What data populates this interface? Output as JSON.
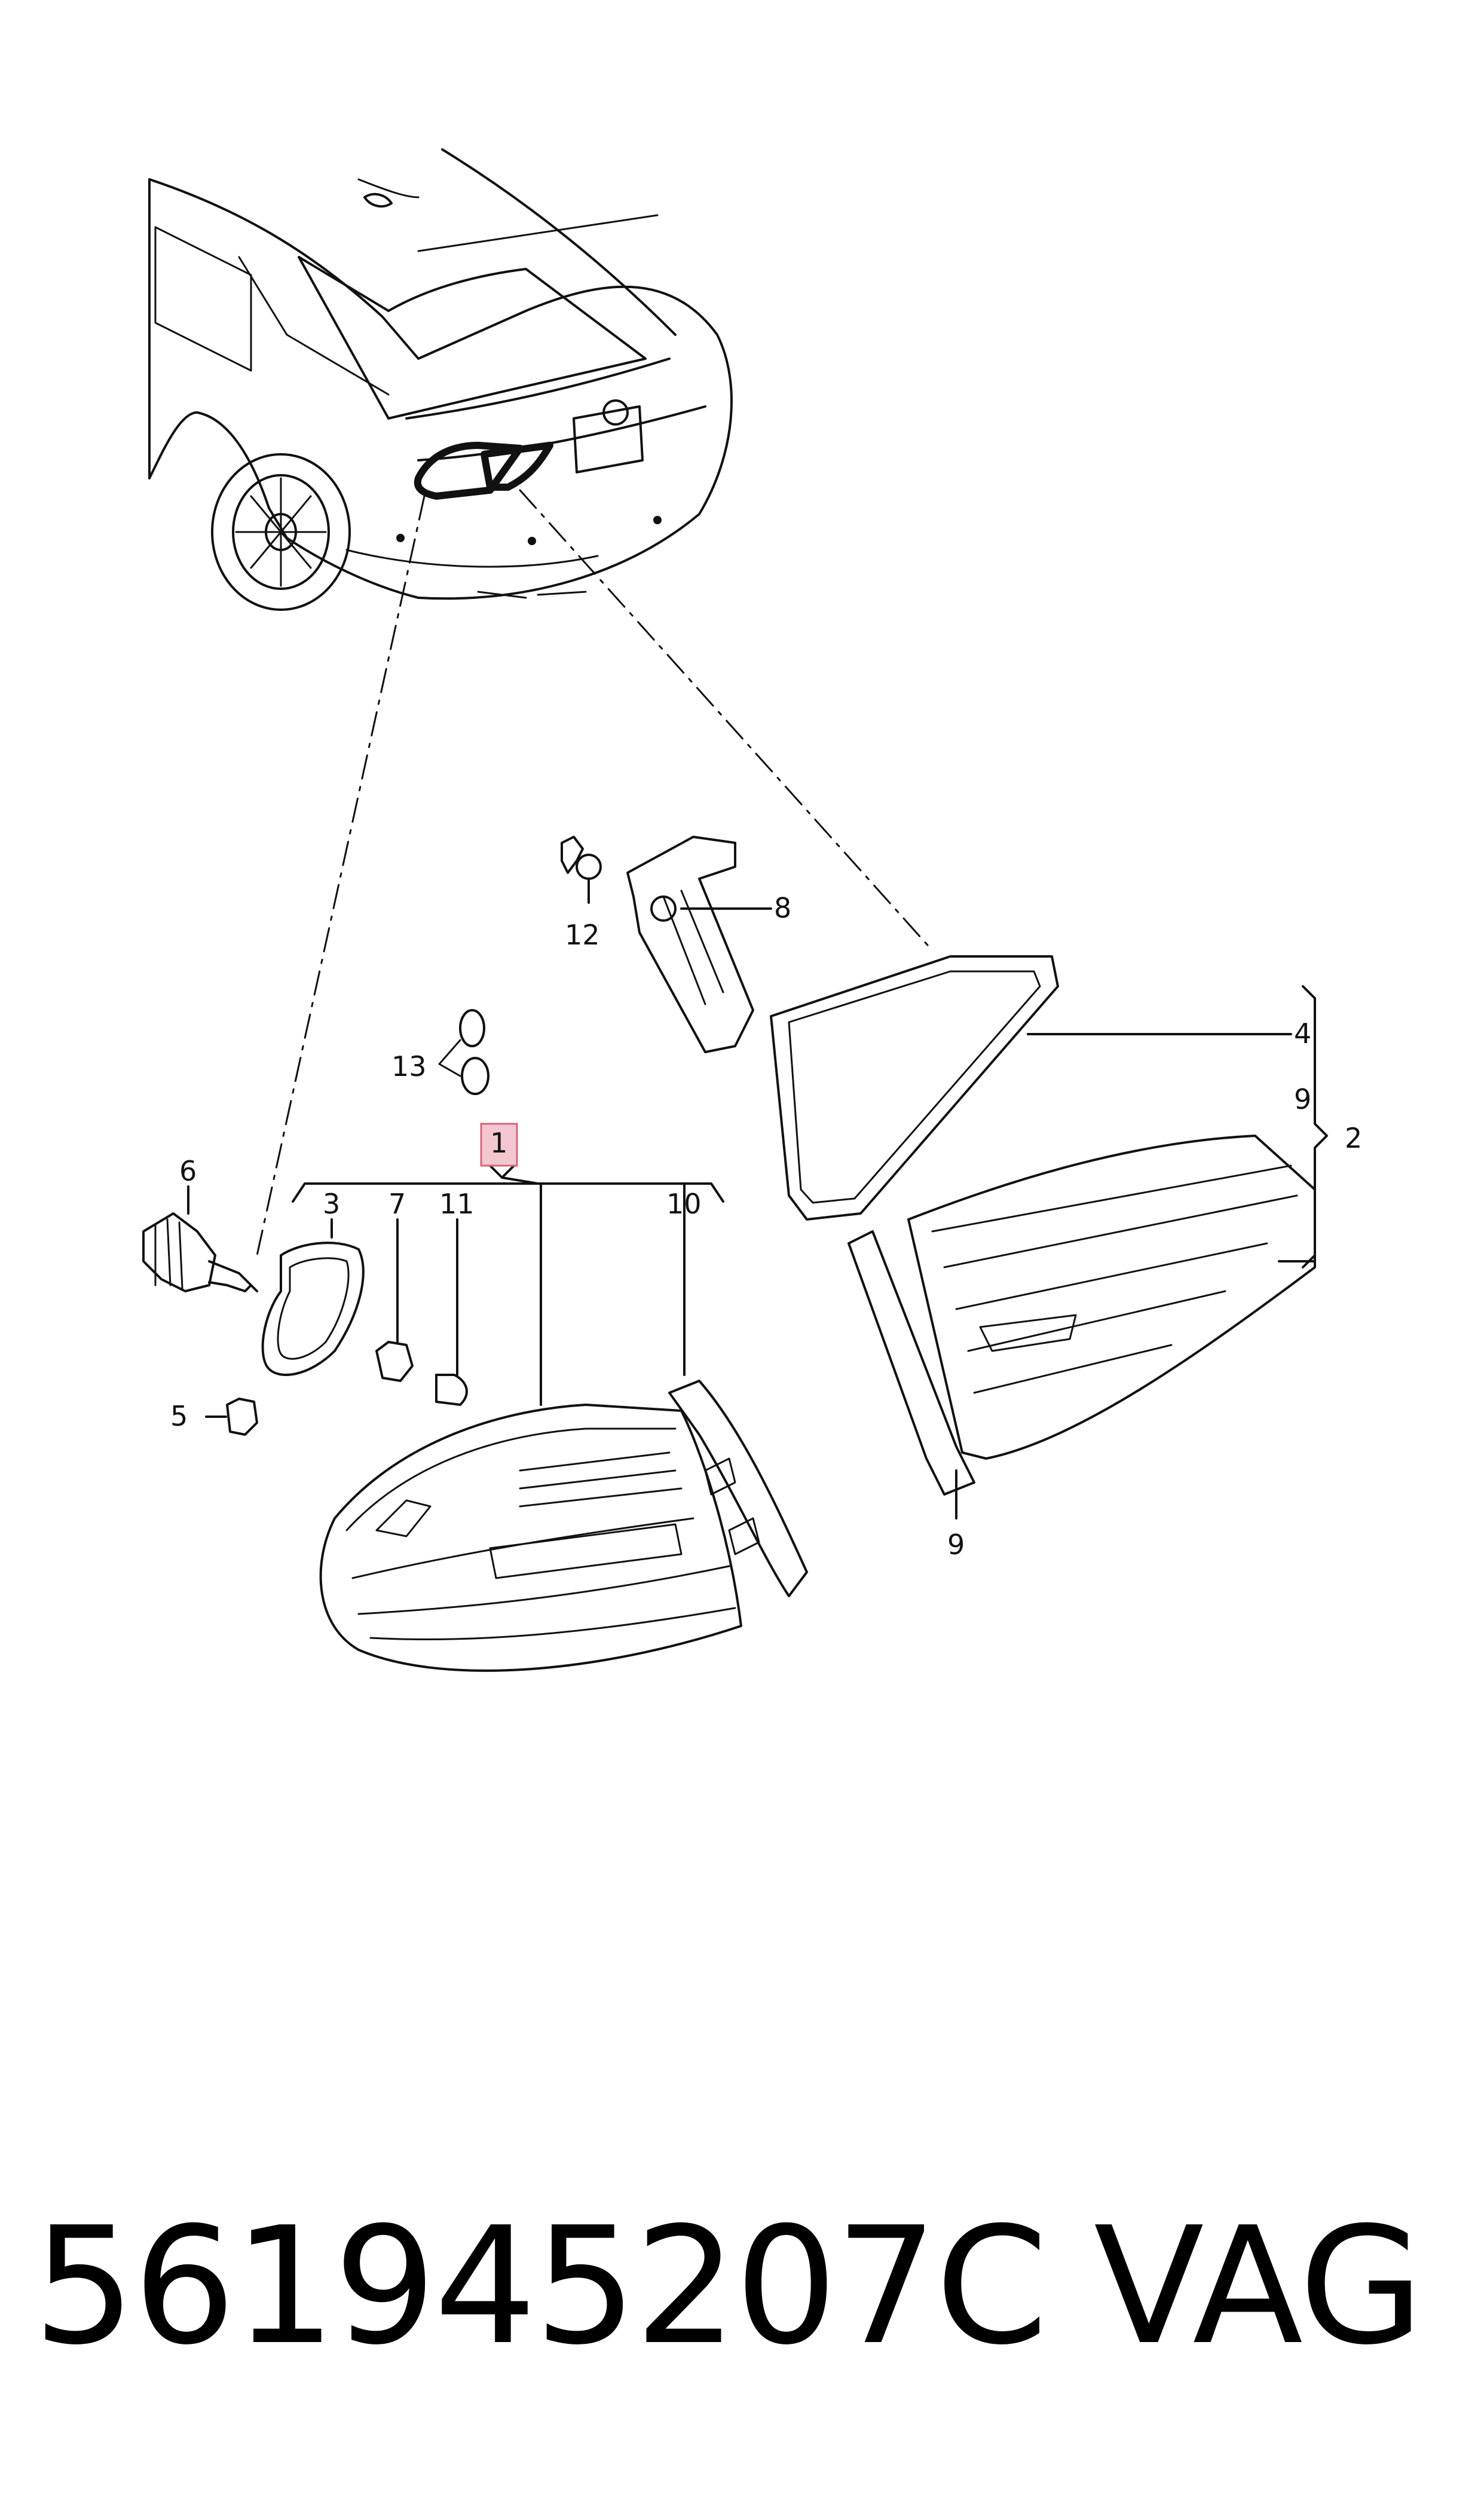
{
  "diagram": {
    "callouts": {
      "c1": "1",
      "c2": "2",
      "c3": "3",
      "c4": "4",
      "c5": "5",
      "c6": "6",
      "c7": "7",
      "c8": "8",
      "c9a": "9",
      "c9b": "9",
      "c10": "10",
      "c11": "11",
      "c12": "12",
      "c13": "13"
    },
    "highlight_color": "#f4c6cf",
    "highlight_border": "#d4667a"
  },
  "footer": {
    "part_number": "561945207C",
    "brand": "VAG"
  }
}
